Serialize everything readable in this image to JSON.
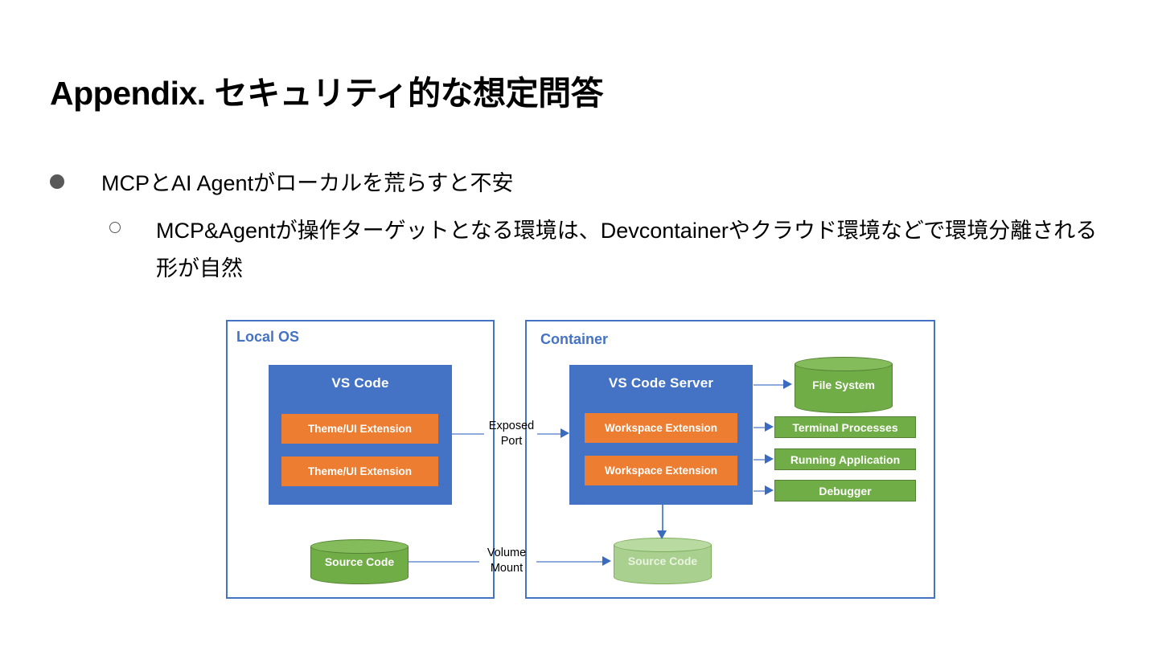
{
  "slide": {
    "title": "Appendix. セキュリティ的な想定問答",
    "bullets": [
      {
        "level": 1,
        "text": "MCPとAI Agentがローカルを荒らすと不安"
      },
      {
        "level": 2,
        "text": "MCP&Agentが操作ターゲットとなる環境は、Devcontainerやクラウド環境などで環境分離される形が自然"
      }
    ]
  },
  "diagram": {
    "zones": {
      "local_os": {
        "label": "Local OS"
      },
      "container": {
        "label": "Container"
      }
    },
    "local": {
      "host_title": "VS Code",
      "extensions": [
        "Theme/UI Extension",
        "Theme/UI Extension"
      ],
      "source_code": "Source Code"
    },
    "container": {
      "host_title": "VS Code Server",
      "extensions": [
        "Workspace Extension",
        "Workspace Extension"
      ],
      "file_system": "File System",
      "resources": [
        "Terminal Processes",
        "Running Application",
        "Debugger"
      ],
      "source_code": "Source Code"
    },
    "connectors": {
      "exposed_port": "Exposed\nPort",
      "volume_mount": "Volume\nMount"
    },
    "colors": {
      "zone_border": "#4472C4",
      "zone_label": "#4472C4",
      "host_box": "#4472C4",
      "extension_box": "#ED7D31",
      "resource_box": "#70AD47",
      "cylinder": "#70AD47",
      "cylinder_light": "#A9D08E",
      "connector_line": "#8FAADC",
      "arrowhead": "#3A6BBF"
    }
  }
}
